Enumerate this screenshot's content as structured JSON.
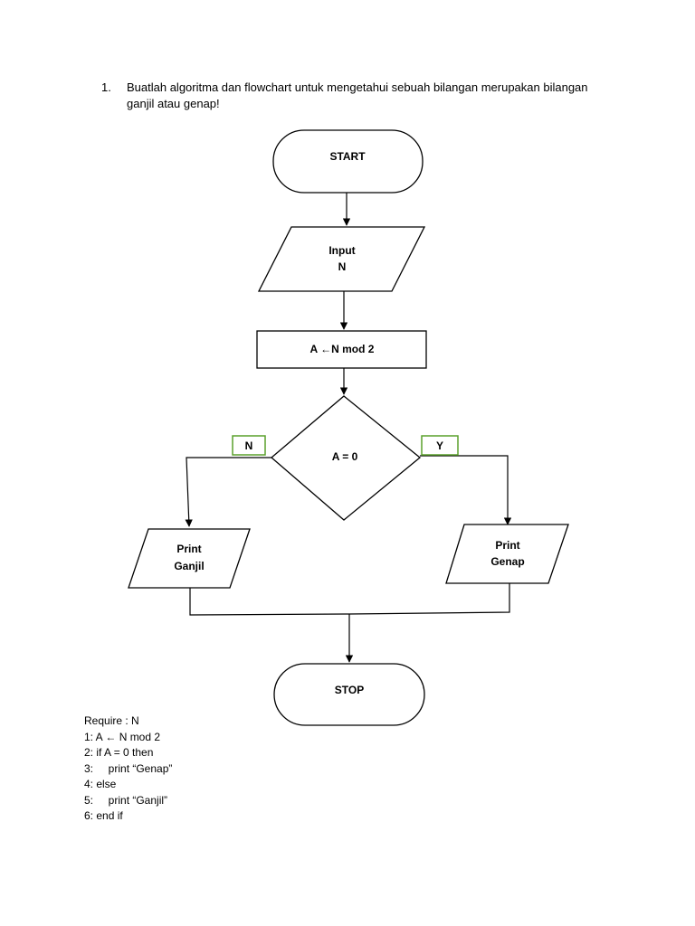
{
  "question": {
    "number": "1.",
    "text": "Buatlah algoritma dan flowchart untuk mengetahui sebuah bilangan merupakan bilangan ganjil atau genap!"
  },
  "flowchart": {
    "start": "START",
    "input_line1": "Input",
    "input_line2": "N",
    "process": "A ←N mod 2",
    "decision": "A = 0",
    "branch_no": "N",
    "branch_yes": "Y",
    "print_odd_line1": "Print",
    "print_odd_line2": "Ganjil",
    "print_even_line1": "Print",
    "print_even_line2": "Genap",
    "stop": "STOP",
    "label_border_color": "#5aa02c"
  },
  "pseudocode": [
    "Require : N",
    "1: A ← N mod 2",
    "2: if A = 0 then",
    "3:     print “Genap”",
    "4: else",
    "5:     print “Ganjil”",
    "6: end if"
  ]
}
